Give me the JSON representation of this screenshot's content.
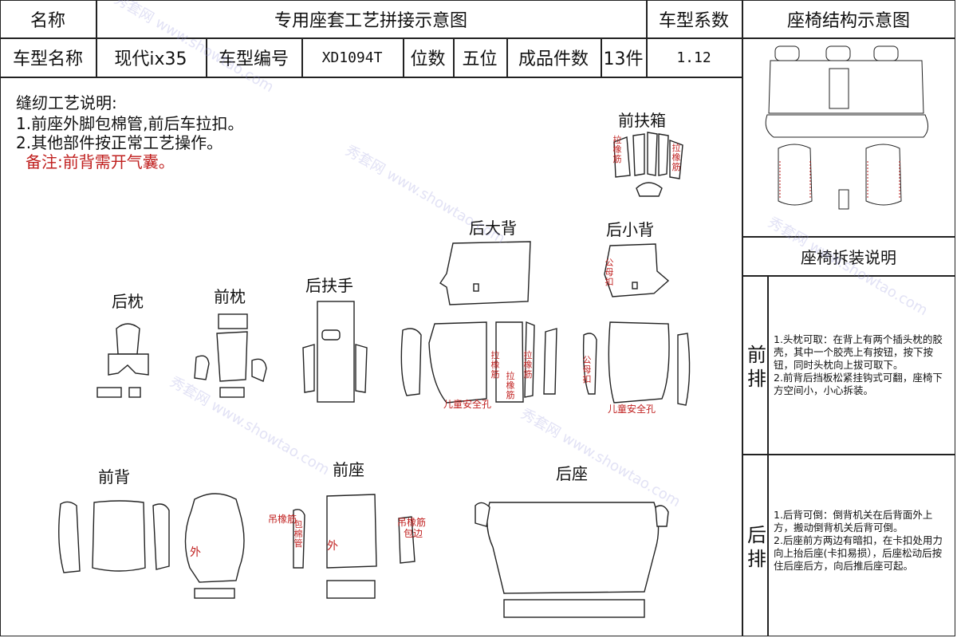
{
  "header": {
    "name_label": "名称",
    "title": "专用座套工艺拼接示意图",
    "coefficient_label": "车型系数",
    "structure_title": "座椅结构示意图",
    "model_name_label": "车型名称",
    "model_name": "现代ix35",
    "model_code_label": "车型编号",
    "model_code": "XD1094T",
    "seats_label": "位数",
    "seats_value": "五位",
    "pieces_label": "成品件数",
    "pieces_value": "13件",
    "coefficient_value": "1.12"
  },
  "notes": {
    "title": "缝纫工艺说明:",
    "line1": "1.前座外脚包棉管,前后车拉扣。",
    "line2": "2.其他部件按正常工艺操作。",
    "remark": "备注:前背需开气囊。"
  },
  "sections": {
    "front_console": "前扶箱",
    "rear_big_back": "后大背",
    "rear_small_back": "后小背",
    "rear_headrest": "后枕",
    "front_headrest": "前枕",
    "rear_armrest": "后扶手",
    "front_back": "前背",
    "front_seat": "前座",
    "rear_seat": "后座"
  },
  "tags": {
    "elastic_left": "拉橡筋",
    "elastic_right": "拉橡筋",
    "male_buckle_1": "公母扣",
    "male_buckle_2": "公母扣",
    "pull_elastic_1": "拉橡筋",
    "pull_elastic_2": "拉橡筋",
    "elastic_mid": "拉橡筋",
    "child_safety_1": "儿童安全孔",
    "child_safety_2": "儿童安全孔",
    "outer_1": "外",
    "outer_2": "外",
    "hang_elastic_1": "吊橡筋",
    "hang_elastic_2": "吊橡筋",
    "cotton_tube": "包棉管",
    "edge": "包边"
  },
  "right_panel": {
    "disassembly_title": "座椅拆装说明",
    "front_row_label": "前排",
    "front_row_text": "1.头枕可取：在背上有两个插头枕的胶壳，其中一个胶壳上有按钮，按下按钮，同时头枕向上拔可取下。\n2.前背后挡板松紧挂钩式可翻，座椅下方空间小，小心拆装。",
    "rear_row_label": "后排",
    "rear_row_text": "1.后背可倒：倒背机关在后背面外上方，搬动倒背机关后背可倒。\n2.后座前方两边有暗扣，在卡扣处用力向上抬后座(卡扣易损），后座松动后按住后座后方，向后推后座可起。"
  },
  "watermark": "秀套网 www.showtao.com"
}
